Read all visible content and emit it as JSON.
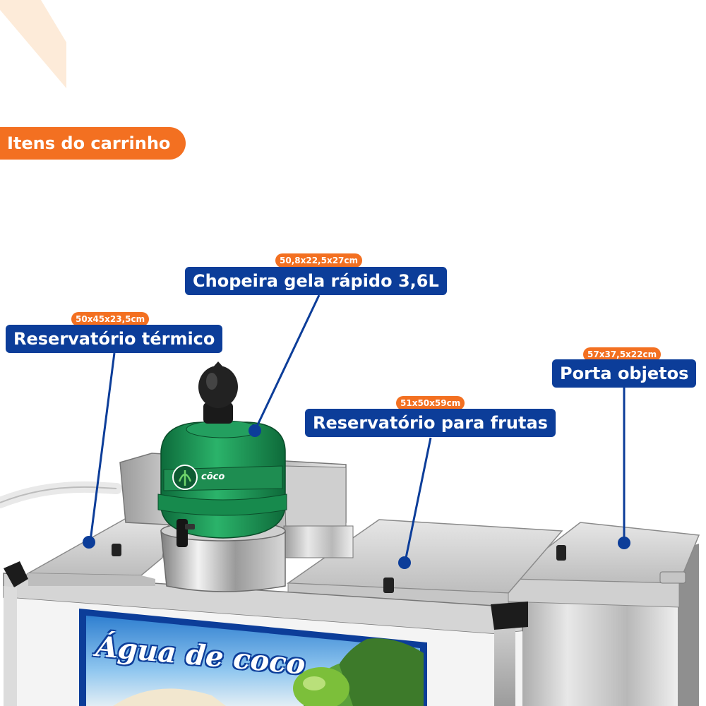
{
  "header": {
    "title": "Itens do carrinho"
  },
  "items": [
    {
      "label": "Reservatório térmico",
      "dimensions": "50x45x23,5cm"
    },
    {
      "label": "Chopeira gela rápido 3,6L",
      "dimensions": "50,8x22,5x27cm"
    },
    {
      "label": "Reservatório para frutas",
      "dimensions": "51x50x59cm"
    },
    {
      "label": "Porta objetos",
      "dimensions": "57x37,5x22cm"
    }
  ],
  "cart_banner": {
    "text": "Água de coco"
  },
  "keg": {
    "brand": "cõco"
  },
  "colors": {
    "accent_orange": "#f37021",
    "label_blue": "#0c3d99",
    "keg_green": "#1f9a5b"
  }
}
